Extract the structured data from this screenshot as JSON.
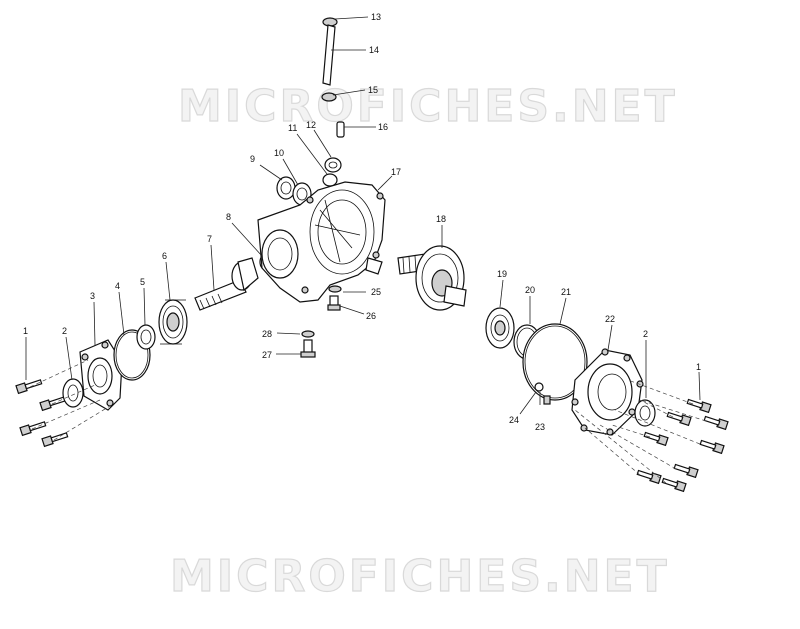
{
  "watermark": {
    "top": "MICROFICHES.NET",
    "bottom": "MICROFICHES.NET"
  },
  "callouts": {
    "c1a": "1",
    "c2a": "2",
    "c3": "3",
    "c4": "4",
    "c5": "5",
    "c6": "6",
    "c7": "7",
    "c8": "8",
    "c9": "9",
    "c10": "10",
    "c11": "11",
    "c12": "12",
    "c13": "13",
    "c14": "14",
    "c15": "15",
    "c16": "16",
    "c17": "17",
    "c18": "18",
    "c19": "19",
    "c20": "20",
    "c21": "21",
    "c22": "22",
    "c2b": "2",
    "c1b": "1",
    "c23": "23",
    "c24": "24",
    "c25": "25",
    "c26": "26",
    "c27": "27",
    "c28": "28"
  }
}
